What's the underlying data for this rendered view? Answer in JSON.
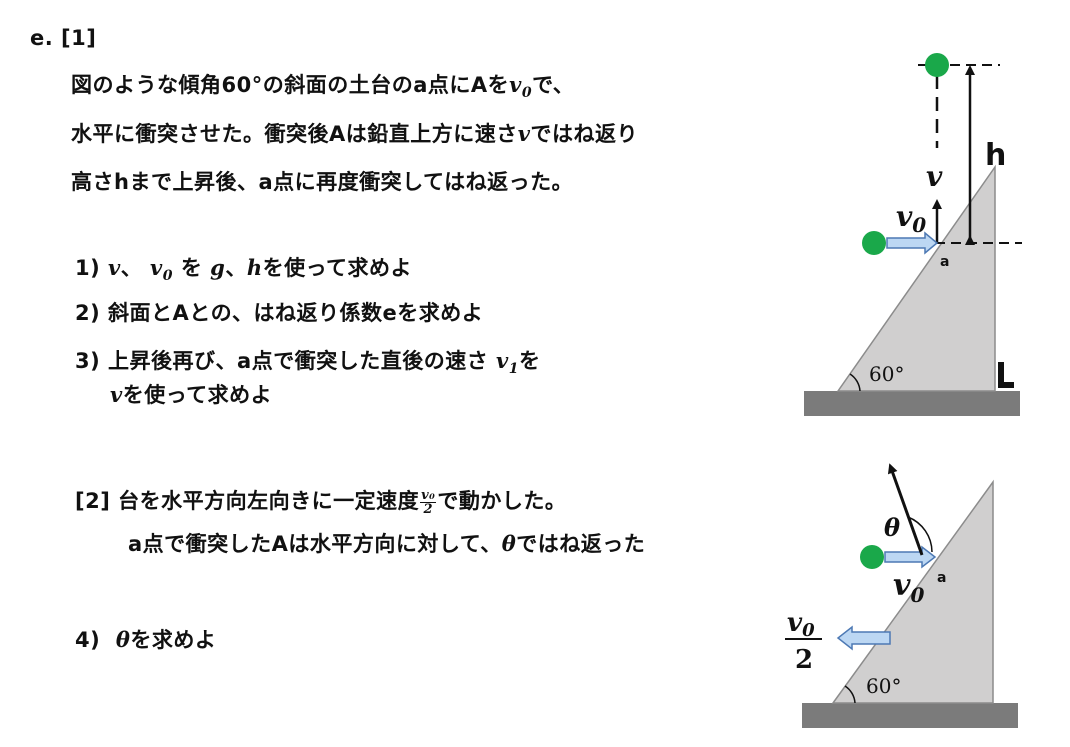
{
  "header": {
    "label": "e.  [1]"
  },
  "problem1": {
    "line1a": "図のような傾角60°の斜面の土台のa点にAを",
    "line1v": "v",
    "line1sub": "0",
    "line1b": "で、",
    "line2a": "水平に衝突させた。衝突後Aは鉛直上方に速さ",
    "line2v": "v",
    "line2b": "ではね返り",
    "line3": "高さhまで上昇後、a点に再度衝突してはね返った。"
  },
  "q1": {
    "num": "1)",
    "v": "v",
    "sep1": "、",
    "v0": "v",
    "v0sub": "0",
    "wo": "を",
    "g": "g",
    "sep2": "、",
    "h": "h",
    "rest": "を使って求めよ"
  },
  "q2": {
    "text": "2) 斜面とAとの、はね返り係数eを求めよ"
  },
  "q3": {
    "line1": "3) 上昇後再び、a点で衝突した直後の速さ",
    "v1": "v",
    "v1sub": "1",
    "wo": "を",
    "line2v": "v",
    "line2rest": "を使って求めよ"
  },
  "problem2": {
    "label": "[2]",
    "line1a": "台を水平方向左向きに一定速度",
    "frac_num": "v₀",
    "frac_den": "2",
    "line1b": "で動かした。",
    "line2a": "a点で衝突したAは水平方向に対して、",
    "theta": "θ",
    "line2b": "ではね返った"
  },
  "q4": {
    "num": "4)",
    "theta": "θ",
    "rest": "を求めよ"
  },
  "figure1": {
    "label_h": "h",
    "label_v": "v",
    "label_v0": "v",
    "label_v0sub": "0",
    "label_a": "a",
    "label_angle": "60°"
  },
  "figure2": {
    "label_theta": "θ",
    "label_v0": "v",
    "label_v0sub": "0",
    "label_a": "a",
    "label_frac_num": "v",
    "label_frac_sub": "0",
    "label_frac_den": "2",
    "label_angle": "60°"
  },
  "colors": {
    "ball": "#1aa84a",
    "slope_fill": "#d0cfcf",
    "ground": "#7b7b7b",
    "arrow_fill": "#bcd7f3",
    "arrow_stroke": "#4d79b4"
  }
}
